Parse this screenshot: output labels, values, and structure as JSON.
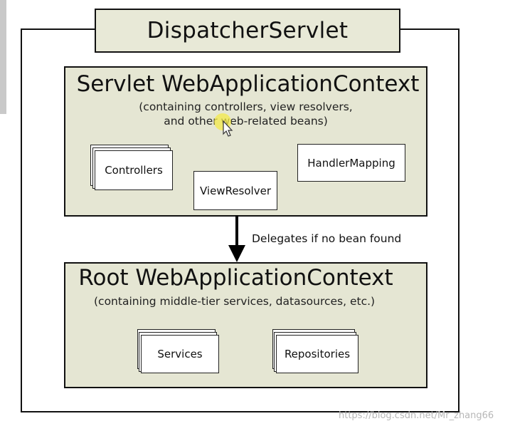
{
  "dispatcher": {
    "title": "DispatcherServlet"
  },
  "servlet_context": {
    "title": "Servlet WebApplicationContext",
    "subtitle_line1": "(containing controllers, view resolvers,",
    "subtitle_line2": "and other web-related beans)",
    "beans": {
      "controllers": "Controllers",
      "view_resolver": "ViewResolver",
      "handler_mapping": "HandlerMapping"
    }
  },
  "arrow": {
    "label": "Delegates if no bean found"
  },
  "root_context": {
    "title": "Root WebApplicationContext",
    "subtitle": "(containing middle-tier services, datasources, etc.)",
    "beans": {
      "services": "Services",
      "repositories": "Repositories"
    }
  },
  "watermark": "https://blog.csdn.net/Mr_zhang66",
  "colors": {
    "context_fill": "#e5e6d3",
    "highlight": "#f3e94a"
  }
}
